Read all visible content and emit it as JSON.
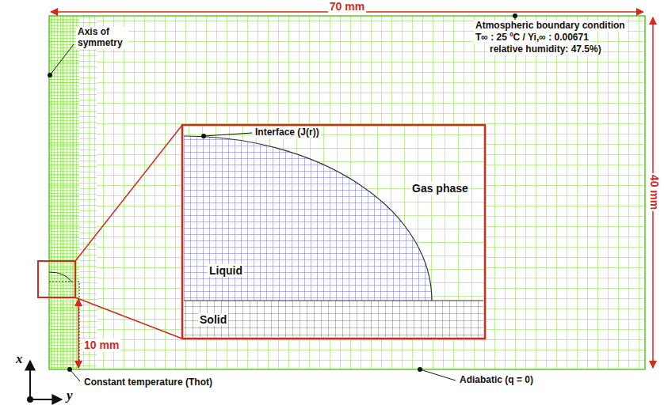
{
  "diagram": {
    "labels": [
      "70 mm",
      "Axis of symmetry",
      "Atmospheric boundary condition",
      "T∞ : 25 ºC / Yi,∞ : 0.00671",
      "relative humidity: 47.5%)",
      "40 mm",
      "Interface (J(r))",
      "Gas phase",
      "Liquid",
      "Solid",
      "10 mm",
      "Adiabatic (q = 0)",
      "Constant temperature (Thot)",
      "x",
      "y"
    ]
  }
}
